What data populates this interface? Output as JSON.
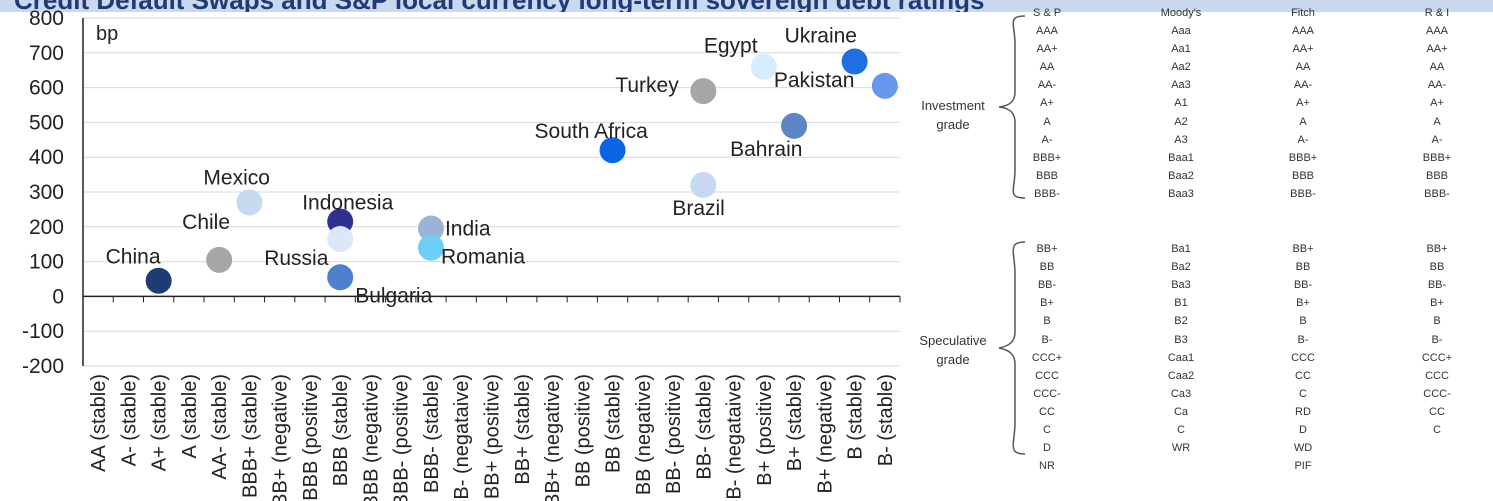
{
  "header": {
    "partial_title": "Credit Default Swaps and S&P local currency long-term sovereign debt ratings"
  },
  "chart_data": {
    "type": "scatter",
    "ylabel": "bp",
    "ylim": [
      -200,
      800
    ],
    "yticks": [
      800,
      700,
      600,
      500,
      400,
      300,
      200,
      100,
      0,
      -100,
      -200
    ],
    "grid": true,
    "categories": [
      "AA (stable)",
      "A- (stable)",
      "A+ (stable)",
      "A (stable)",
      "AA- (stable)",
      "BBB+ (stable)",
      "BBB+ (negative)",
      "BBB (positive)",
      "BBB (stable)",
      "BBB (negative)",
      "BBB- (positive)",
      "BBB- (stable)",
      "BBB- (negataive)",
      "BB+ (positive)",
      "BB+ (stable)",
      "BB+ (negative)",
      "BB (positive)",
      "BB (stable)",
      "BB (negative)",
      "BB- (positive)",
      "BB- (stable)",
      "BB- (negataive)",
      "B+ (positive)",
      "B+ (stable)",
      "B+ (negative)",
      "B (stable)",
      "B- (stable)"
    ],
    "points": [
      {
        "label": "China",
        "category": "A+ (stable)",
        "value": 45,
        "color": "#1f3b73"
      },
      {
        "label": "Chile",
        "category": "AA- (stable)",
        "value": 105,
        "color": "#a6a6a6"
      },
      {
        "label": "Mexico",
        "category": "BBB+ (stable)",
        "value": 270,
        "color": "#c6d9f0"
      },
      {
        "label": "Indonesia",
        "category": "BBB (stable)",
        "value": 215,
        "color": "#2e3192"
      },
      {
        "label": "Russia",
        "category": "BBB (stable)",
        "value": 165,
        "color": "#dce8f7"
      },
      {
        "label": "Bulgaria",
        "category": "BBB (stable)",
        "value": 55,
        "color": "#4f7fd0"
      },
      {
        "label": "India",
        "category": "BBB- (stable)",
        "value": 195,
        "color": "#9db3d6"
      },
      {
        "label": "Romania",
        "category": "BBB- (stable)",
        "value": 140,
        "color": "#6dcff6"
      },
      {
        "label": "South Africa",
        "category": "BB (stable)",
        "value": 420,
        "color": "#0b63e5"
      },
      {
        "label": "Turkey",
        "category": "BB- (stable)",
        "value": 590,
        "color": "#a6a6a6"
      },
      {
        "label": "Brazil",
        "category": "BB- (stable)",
        "value": 320,
        "color": "#c6d9f0"
      },
      {
        "label": "Egypt",
        "category": "B+ (positive)",
        "value": 660,
        "color": "#d6ebfb"
      },
      {
        "label": "Bahrain",
        "category": "B+ (stable)",
        "value": 490,
        "color": "#5b86c5"
      },
      {
        "label": "Ukraine",
        "category": "B (stable)",
        "value": 675,
        "color": "#1f6fe0"
      },
      {
        "label": "Pakistan",
        "category": "B- (stable)",
        "value": 605,
        "color": "#6699ee"
      }
    ]
  },
  "ratings_table": {
    "columns": [
      "S & P",
      "Moody's",
      "Fitch",
      "R & I"
    ],
    "investment_grade_label": "Investment grade",
    "speculative_grade_label": "Speculative grade",
    "investment_rows": [
      [
        "AAA",
        "Aaa",
        "AAA",
        "AAA"
      ],
      [
        "AA+",
        "Aa1",
        "AA+",
        "AA+"
      ],
      [
        "AA",
        "Aa2",
        "AA",
        "AA"
      ],
      [
        "AA-",
        "Aa3",
        "AA-",
        "AA-"
      ],
      [
        "A+",
        "A1",
        "A+",
        "A+"
      ],
      [
        "A",
        "A2",
        "A",
        "A"
      ],
      [
        "A-",
        "A3",
        "A-",
        "A-"
      ],
      [
        "BBB+",
        "Baa1",
        "BBB+",
        "BBB+"
      ],
      [
        "BBB",
        "Baa2",
        "BBB",
        "BBB"
      ],
      [
        "BBB-",
        "Baa3",
        "BBB-",
        "BBB-"
      ]
    ],
    "speculative_rows": [
      [
        "BB+",
        "Ba1",
        "BB+",
        "BB+"
      ],
      [
        "BB",
        "Ba2",
        "BB",
        "BB"
      ],
      [
        "BB-",
        "Ba3",
        "BB-",
        "BB-"
      ],
      [
        "B+",
        "B1",
        "B+",
        "B+"
      ],
      [
        "B",
        "B2",
        "B",
        "B"
      ],
      [
        "B-",
        "B3",
        "B-",
        "B-"
      ],
      [
        "CCC+",
        "Caa1",
        "CCC",
        "CCC+"
      ],
      [
        "CCC",
        "Caa2",
        "CC",
        "CCC"
      ],
      [
        "CCC-",
        "Ca3",
        "C",
        "CCC-"
      ],
      [
        "CC",
        "Ca",
        "RD",
        "CC"
      ],
      [
        "C",
        "C",
        "D",
        "C"
      ],
      [
        "D",
        "WR",
        "WD",
        ""
      ],
      [
        "NR",
        "",
        "PIF",
        ""
      ]
    ]
  }
}
